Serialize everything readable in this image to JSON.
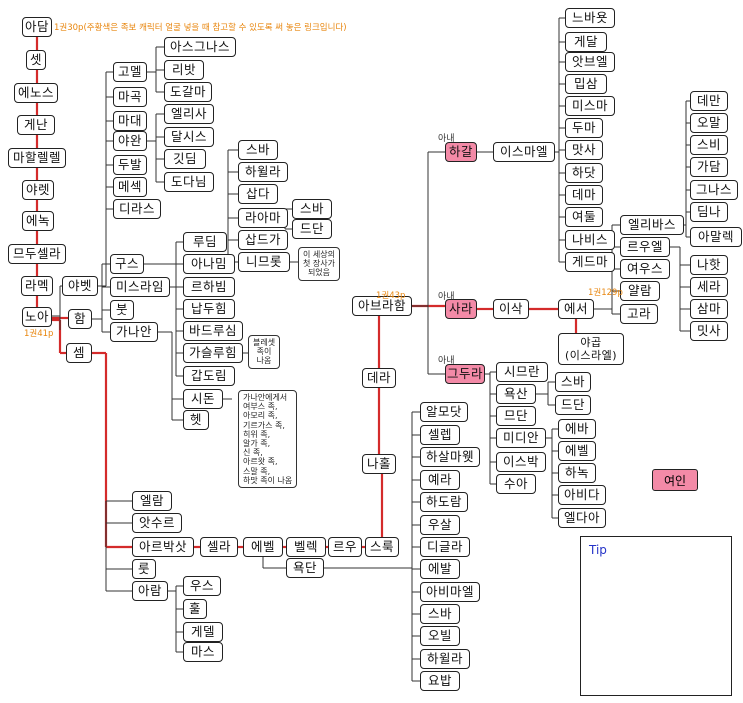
{
  "nodes": [
    {
      "id": "adam",
      "label": "아담"
    },
    {
      "id": "seth",
      "label": "셋"
    },
    {
      "id": "enosh",
      "label": "에노스"
    },
    {
      "id": "kenan",
      "label": "게난"
    },
    {
      "id": "mahalalel",
      "label": "마할렐렐"
    },
    {
      "id": "jared",
      "label": "야렛"
    },
    {
      "id": "enoch",
      "label": "에녹"
    },
    {
      "id": "methuselah",
      "label": "므두셀라"
    },
    {
      "id": "lamech",
      "label": "라멕"
    },
    {
      "id": "noah",
      "label": "노아"
    },
    {
      "id": "japheth",
      "label": "야벳"
    },
    {
      "id": "ham",
      "label": "함"
    },
    {
      "id": "shem",
      "label": "셈"
    },
    {
      "id": "gomer",
      "label": "고멜"
    },
    {
      "id": "magog",
      "label": "마곡"
    },
    {
      "id": "madai",
      "label": "마대"
    },
    {
      "id": "javan",
      "label": "야완"
    },
    {
      "id": "tubal",
      "label": "두발"
    },
    {
      "id": "meshech",
      "label": "메섹"
    },
    {
      "id": "tiras",
      "label": "디라스"
    },
    {
      "id": "ashkenaz",
      "label": "아스그나스"
    },
    {
      "id": "riphath",
      "label": "리밧"
    },
    {
      "id": "togarmah",
      "label": "도갈마"
    },
    {
      "id": "elishah",
      "label": "엘리사"
    },
    {
      "id": "tarshish",
      "label": "달시스"
    },
    {
      "id": "kittim",
      "label": "깃딤"
    },
    {
      "id": "dodanim",
      "label": "도다님"
    },
    {
      "id": "cush",
      "label": "구스"
    },
    {
      "id": "mizraim",
      "label": "미스라임"
    },
    {
      "id": "put",
      "label": "붓"
    },
    {
      "id": "canaan",
      "label": "가나안"
    },
    {
      "id": "seba",
      "label": "스바"
    },
    {
      "id": "havilah1",
      "label": "하윌라"
    },
    {
      "id": "sabtah",
      "label": "삽다"
    },
    {
      "id": "raamah",
      "label": "라아마"
    },
    {
      "id": "sabteca",
      "label": "삽드가"
    },
    {
      "id": "nimrod",
      "label": "니므롯"
    },
    {
      "id": "sheba1",
      "label": "스바"
    },
    {
      "id": "dedan1",
      "label": "드단"
    },
    {
      "id": "ludim",
      "label": "루딤"
    },
    {
      "id": "anamim",
      "label": "아나밈"
    },
    {
      "id": "lehabim",
      "label": "르하빔"
    },
    {
      "id": "naphtuhim",
      "label": "납두힘"
    },
    {
      "id": "pathrusim",
      "label": "바드루심"
    },
    {
      "id": "casluhim",
      "label": "가슬루힘"
    },
    {
      "id": "caphtorim",
      "label": "갑도림"
    },
    {
      "id": "sidon",
      "label": "시돈"
    },
    {
      "id": "heth",
      "label": "헷"
    },
    {
      "id": "elam",
      "label": "엘람"
    },
    {
      "id": "asshur",
      "label": "앗수르"
    },
    {
      "id": "arphaxad",
      "label": "아르박삿"
    },
    {
      "id": "lud",
      "label": "룻"
    },
    {
      "id": "aram",
      "label": "아람"
    },
    {
      "id": "uz",
      "label": "우스"
    },
    {
      "id": "hul",
      "label": "훌"
    },
    {
      "id": "gether",
      "label": "게델"
    },
    {
      "id": "mash",
      "label": "마스"
    },
    {
      "id": "shelah",
      "label": "셀라"
    },
    {
      "id": "eber",
      "label": "에벨"
    },
    {
      "id": "peleg",
      "label": "벨렉"
    },
    {
      "id": "reu",
      "label": "르우"
    },
    {
      "id": "serug",
      "label": "스룩"
    },
    {
      "id": "joktan",
      "label": "욕단"
    },
    {
      "id": "nahor",
      "label": "나홀"
    },
    {
      "id": "terah",
      "label": "데라"
    },
    {
      "id": "abraham",
      "label": "아브라함"
    },
    {
      "id": "hagar",
      "label": "하갈"
    },
    {
      "id": "sarah",
      "label": "사라"
    },
    {
      "id": "keturah",
      "label": "그두라"
    },
    {
      "id": "ishmael",
      "label": "이스마엘"
    },
    {
      "id": "isaac",
      "label": "이삭"
    },
    {
      "id": "esau",
      "label": "에서"
    },
    {
      "id": "jacob",
      "label": "야곱\n(이스라엘)"
    },
    {
      "id": "nebaioth",
      "label": "느바욧"
    },
    {
      "id": "kedar",
      "label": "게달"
    },
    {
      "id": "adbeel",
      "label": "앗브엘"
    },
    {
      "id": "mibsam",
      "label": "밉삼"
    },
    {
      "id": "mishma",
      "label": "미스마"
    },
    {
      "id": "dumah",
      "label": "두마"
    },
    {
      "id": "massa",
      "label": "맛사"
    },
    {
      "id": "hadad",
      "label": "하닷"
    },
    {
      "id": "tema",
      "label": "데마"
    },
    {
      "id": "jetur",
      "label": "여둘"
    },
    {
      "id": "naphish",
      "label": "나비스"
    },
    {
      "id": "kedemah",
      "label": "게드마"
    },
    {
      "id": "eliphaz",
      "label": "엘리바스"
    },
    {
      "id": "reuel",
      "label": "르우엘"
    },
    {
      "id": "jeush",
      "label": "여우스"
    },
    {
      "id": "jalam",
      "label": "얄람"
    },
    {
      "id": "korah",
      "label": "고라"
    },
    {
      "id": "teman",
      "label": "데만"
    },
    {
      "id": "omar",
      "label": "오말"
    },
    {
      "id": "zepho",
      "label": "스비"
    },
    {
      "id": "gatam",
      "label": "가담"
    },
    {
      "id": "kenaz",
      "label": "그나스"
    },
    {
      "id": "timna",
      "label": "딤나"
    },
    {
      "id": "amalek",
      "label": "아말렉"
    },
    {
      "id": "nahath",
      "label": "나핫"
    },
    {
      "id": "zerah",
      "label": "세라"
    },
    {
      "id": "shammah",
      "label": "삼마"
    },
    {
      "id": "mizzah",
      "label": "밋사"
    },
    {
      "id": "zimran",
      "label": "시므란"
    },
    {
      "id": "jokshan",
      "label": "욕산"
    },
    {
      "id": "medan",
      "label": "므단"
    },
    {
      "id": "midian",
      "label": "미디안"
    },
    {
      "id": "ishbak",
      "label": "이스박"
    },
    {
      "id": "shuah",
      "label": "수아"
    },
    {
      "id": "sheba2",
      "label": "스바"
    },
    {
      "id": "dedan2",
      "label": "드단"
    },
    {
      "id": "ephah",
      "label": "에바"
    },
    {
      "id": "epher",
      "label": "에벨"
    },
    {
      "id": "hanoch",
      "label": "하녹"
    },
    {
      "id": "abida",
      "label": "아비다"
    },
    {
      "id": "eldaah",
      "label": "엘다아"
    },
    {
      "id": "almodad",
      "label": "알모닷"
    },
    {
      "id": "sheleph",
      "label": "셀렙"
    },
    {
      "id": "hazarmaveth",
      "label": "하살마웻"
    },
    {
      "id": "jerah",
      "label": "예라"
    },
    {
      "id": "hadoram",
      "label": "하도람"
    },
    {
      "id": "uzal",
      "label": "우살"
    },
    {
      "id": "diklah",
      "label": "디글라"
    },
    {
      "id": "obal",
      "label": "에발"
    },
    {
      "id": "abimael",
      "label": "아비마엘"
    },
    {
      "id": "sheba3",
      "label": "스바"
    },
    {
      "id": "ophir",
      "label": "오빌"
    },
    {
      "id": "havilah2",
      "label": "하윌라"
    },
    {
      "id": "jobab",
      "label": "요밥"
    }
  ],
  "notes": {
    "adam_ref": "1권30p(주황색은 족보 캐릭터 얼굴 넣을 때 참고할 수 있도록 써 놓은 링크입니다)",
    "noah_ref": "1권41p",
    "abraham_ref": "1권43p",
    "esau_ref": "1권129p",
    "nimrod_note": "이 세상의\n첫 장사가\n되었음",
    "casluhim_note": "블레셋\n족이\n나옴",
    "canaan_note": "가나안에게서\n여부스 족,\n아모리 족,\n기르가스 족,\n히위 족,\n알가 족,\n신 족,\n아르왓 족,\n스말 족,\n하맛 족이 나옴",
    "wife_label": "아내"
  },
  "legend": {
    "female_label": "여인"
  },
  "tip": {
    "label": "Tip"
  },
  "colors": {
    "lineage": "#d42b2b",
    "female": "#f38aa7",
    "ref": "#e8860e",
    "tip": "#2533c8"
  }
}
